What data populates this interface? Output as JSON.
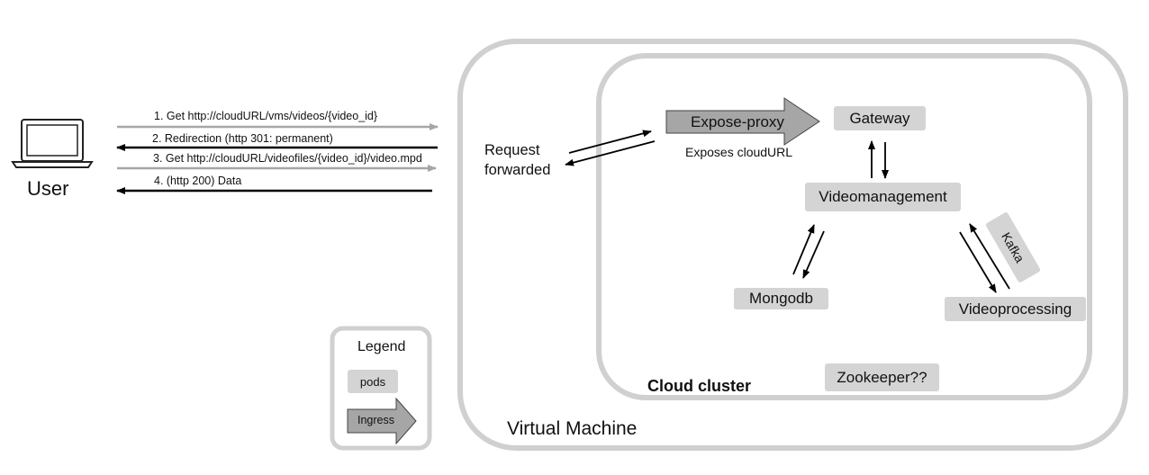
{
  "user": {
    "label": "User"
  },
  "requests": [
    {
      "label": "1. Get http://cloudURL/vms/videos/{video_id}",
      "direction": "to-cloud",
      "color": "#a6a6a6"
    },
    {
      "label": "2. Redirection (http 301: permanent)",
      "direction": "to-user",
      "color": "#000000"
    },
    {
      "label": "3. Get http://cloudURL/videofiles/{video_id}/video.mpd",
      "direction": "to-cloud",
      "color": "#a6a6a6"
    },
    {
      "label": "4. (http 200) Data",
      "direction": "to-user",
      "color": "#000000"
    }
  ],
  "vm": {
    "label": "Virtual Machine",
    "request_forwarded": "Request\nforwarded"
  },
  "cluster": {
    "label": "Cloud cluster",
    "expose_proxy": "Expose-proxy",
    "exposes_note": "Exposes cloudURL",
    "pods": {
      "gateway": "Gateway",
      "videomanagement": "Videomanagement",
      "mongodb": "Mongodb",
      "videoprocessing": "Videoprocessing",
      "zookeeper": "Zookeeper??",
      "kafka": "Kafka"
    }
  },
  "legend": {
    "title": "Legend",
    "pods": "pods",
    "ingress": "Ingress"
  },
  "colors": {
    "pod_fill": "#d4d4d4",
    "ingress_fill": "#a6a6a6",
    "border": "#d0d0d0",
    "grey_arrow": "#a6a6a6"
  }
}
